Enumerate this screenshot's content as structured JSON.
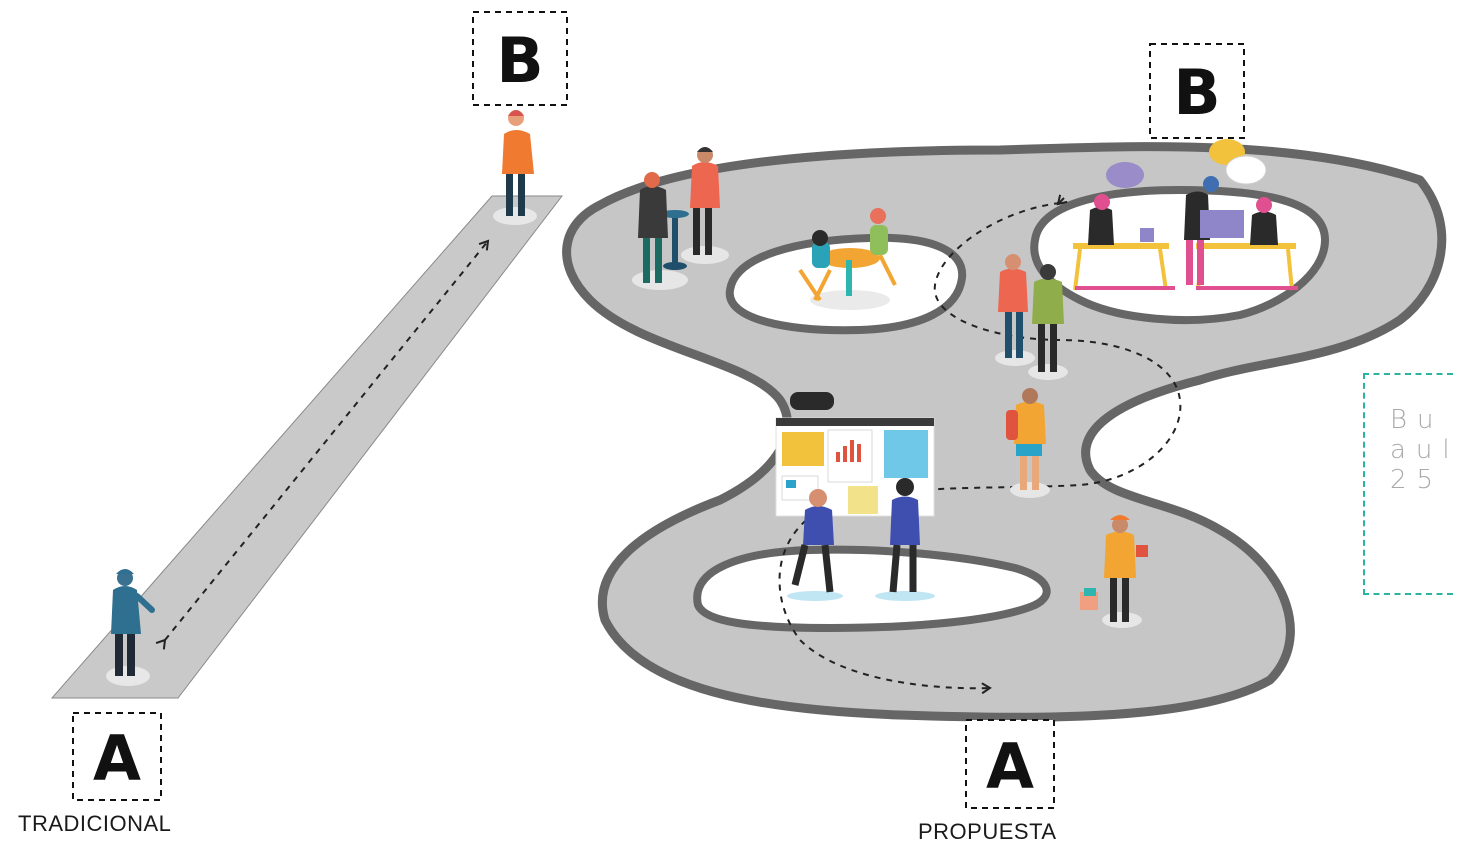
{
  "traditional": {
    "start_label": "A",
    "end_label": "B",
    "caption": "TRADICIONAL"
  },
  "proposal": {
    "start_label": "A",
    "end_label": "B",
    "caption": "PROPUESTA"
  },
  "note": {
    "line1": "Bu",
    "line2": "aul",
    "line3": "25"
  },
  "colors": {
    "path_fill": "#c6c6c6",
    "path_stroke": "#666666",
    "note_border": "#2bb5a0",
    "note_text": "#a9a9a9"
  }
}
